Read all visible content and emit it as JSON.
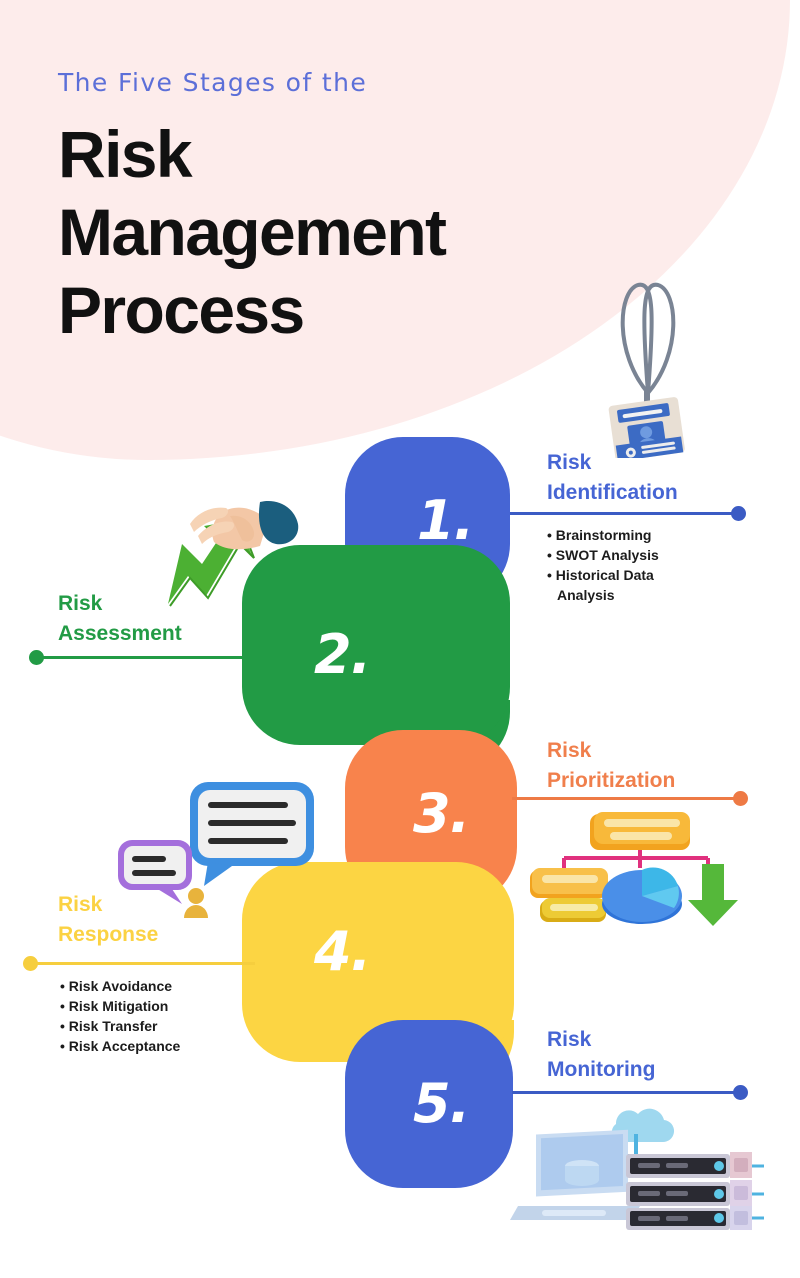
{
  "header": {
    "eyebrow": "The Five Stages of the",
    "title_line1": "Risk",
    "title_line2": "Management",
    "title_line3": "Process"
  },
  "colors": {
    "background": "#FFFFFF",
    "pink": "#FDECEB",
    "blue": "#4665D4",
    "green": "#229B45",
    "orange": "#F8834C",
    "yellow": "#FCD543",
    "eyebrow_blue": "#5C6FD8",
    "title_black": "#111111"
  },
  "stages": [
    {
      "number": "1.",
      "title_line1": "Risk",
      "title_line2": "Identification",
      "color": "#4665D4",
      "side": "right",
      "bullets": [
        "Brainstorming",
        "SWOT Analysis",
        "Historical Data",
        "Analysis"
      ],
      "icon": "id-badge-icon"
    },
    {
      "number": "2.",
      "title_line1": "Risk",
      "title_line2": "Assessment",
      "color": "#229B45",
      "side": "left",
      "bullets": [],
      "icon": "growth-arrow-hand-icon"
    },
    {
      "number": "3.",
      "title_line1": "Risk",
      "title_line2": "Prioritization",
      "color": "#F8834C",
      "side": "right",
      "bullets": [],
      "icon": "org-chart-pie-icon"
    },
    {
      "number": "4.",
      "title_line1": "Risk",
      "title_line2": "Response",
      "color": "#FCD543",
      "side": "left",
      "bullets": [
        "Risk Avoidance",
        "Risk Mitigation",
        "Risk Transfer",
        "Risk Acceptance"
      ],
      "icon": "speech-bubbles-icon"
    },
    {
      "number": "5.",
      "title_line1": "Risk",
      "title_line2": "Monitoring",
      "color": "#4665D4",
      "side": "right",
      "bullets": [],
      "icon": "cloud-servers-icon"
    }
  ]
}
